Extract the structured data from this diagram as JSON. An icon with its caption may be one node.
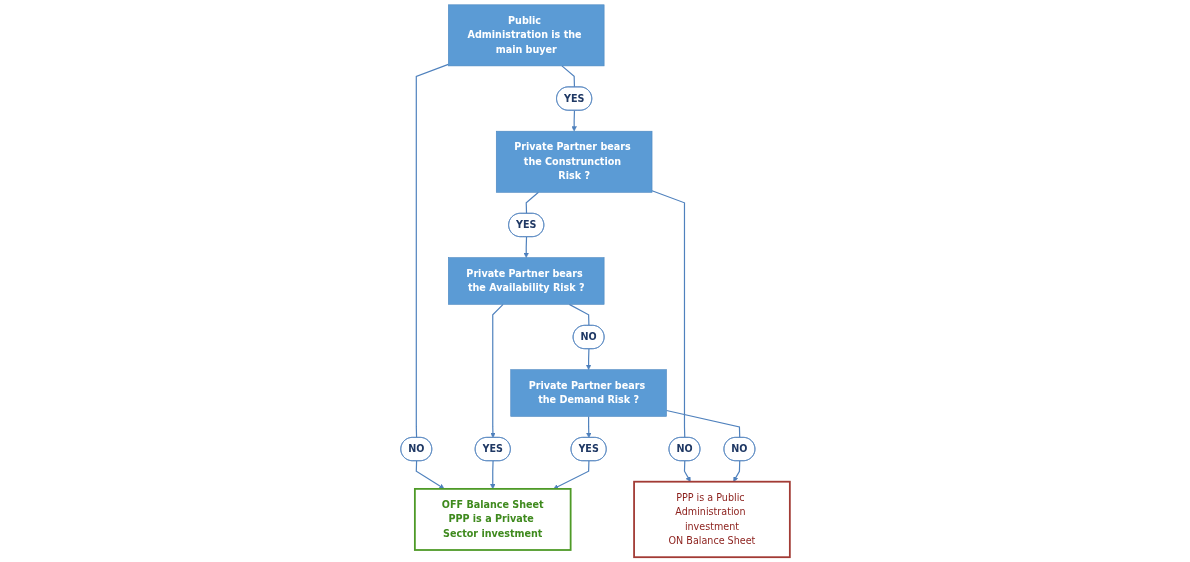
{
  "diagram": {
    "nodes": [
      {
        "text": [
          "Public Administration is the main buyer"
        ]
      },
      {
        "text": [
          "NO"
        ]
      },
      {
        "text": [
          "OFF Balance Sheet",
          "PPP is a Private Sector investment"
        ]
      },
      {
        "text": [
          "YES"
        ]
      },
      {
        "text": [
          "Private Partner bears the Construnction Risk ?"
        ]
      },
      {
        "text": [
          "YES"
        ]
      },
      {
        "text": [
          "Private Partner bears the Availability Risk ?"
        ]
      },
      {
        "text": [
          "YES"
        ]
      },
      {
        "text": [
          "NO"
        ]
      },
      {
        "text": [
          "NO"
        ]
      },
      {
        "text": [
          "PPP is a Public Administration investment",
          "ON Balance Sheet"
        ]
      },
      {
        "text": [
          "NO"
        ]
      },
      {
        "text": [
          "Private Partner bears the Demand Risk ?"
        ]
      },
      {
        "text": [
          "YES"
        ]
      }
    ],
    "edges": [
      {
        "from": 0,
        "to": 1,
        "arrow": "none"
      },
      {
        "from": 1,
        "to": 2,
        "arrow": "to"
      },
      {
        "from": 0,
        "to": 3,
        "arrow": "none"
      },
      {
        "from": 3,
        "to": 4,
        "arrow": "to"
      },
      {
        "from": 4,
        "to": 5,
        "arrow": "none"
      },
      {
        "from": 5,
        "to": 6,
        "arrow": "to"
      },
      {
        "from": 6,
        "to": 7,
        "arrow": "to"
      },
      {
        "from": 7,
        "to": 2,
        "arrow": "to"
      },
      {
        "from": 4,
        "to": 8,
        "arrow": "none"
      },
      {
        "from": 8,
        "to": 10,
        "arrow": "to"
      },
      {
        "from": 6,
        "to": 9,
        "arrow": "none"
      },
      {
        "from": 9,
        "to": 12,
        "arrow": "to"
      },
      {
        "from": 12,
        "to": 11,
        "arrow": "none"
      },
      {
        "from": 11,
        "to": 10,
        "arrow": "to"
      },
      {
        "from": 12,
        "to": 13,
        "arrow": "to"
      },
      {
        "from": 13,
        "to": 2,
        "arrow": "to"
      }
    ]
  }
}
